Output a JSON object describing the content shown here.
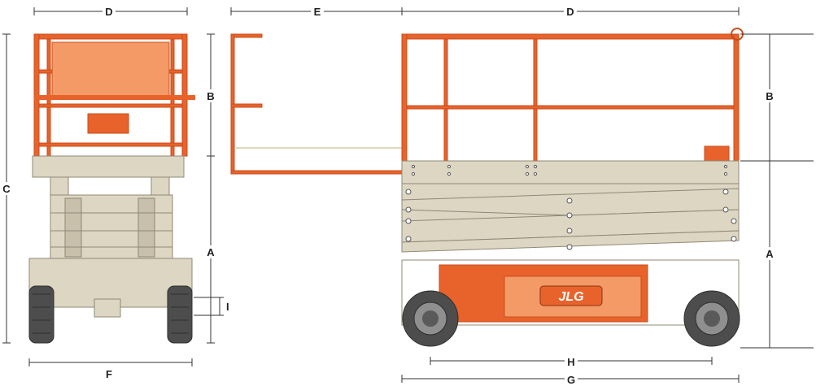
{
  "diagram": {
    "brand": "JLG",
    "labels": {
      "a": "A",
      "b": "B",
      "c": "C",
      "d": "D",
      "e": "E",
      "f": "F",
      "g": "G",
      "h": "H",
      "i": "I"
    },
    "colors": {
      "orange": "#e8632b",
      "orange_light": "#f39a66",
      "beige": "#ddd6c2",
      "beige_dark": "#b9b19a",
      "tire": "#4d4d4d",
      "tire_dark": "#2e2e2e",
      "line": "#333333"
    }
  }
}
